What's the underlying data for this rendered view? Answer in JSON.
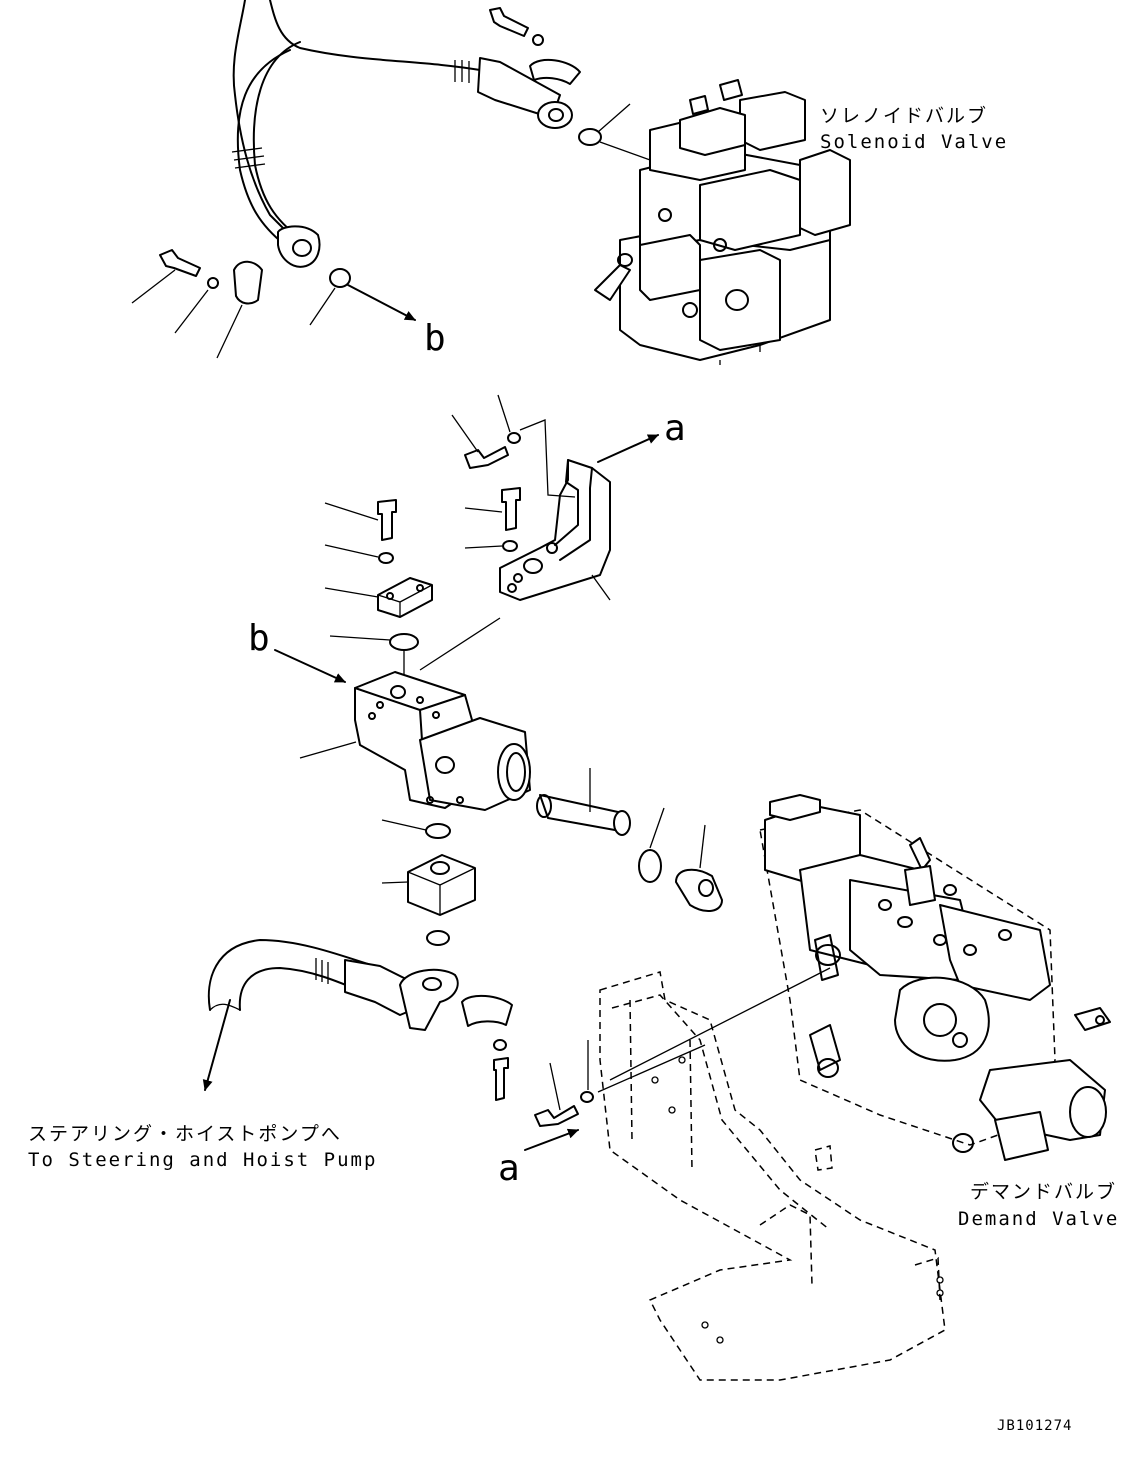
{
  "labels": {
    "solenoid_valve_jp": "ソレノイドバルブ",
    "solenoid_valve_en": "Solenoid Valve",
    "pump_jp": "ステアリング・ホイストポンプへ",
    "pump_en": "To Steering and Hoist Pump",
    "demand_valve_jp": "デマンドバルブ",
    "demand_valve_en": "Demand Valve",
    "ref_b_top": "b",
    "ref_b_mid": "b",
    "ref_a_top": "a",
    "ref_a_bottom": "a",
    "drawing_code": "JB101274"
  }
}
